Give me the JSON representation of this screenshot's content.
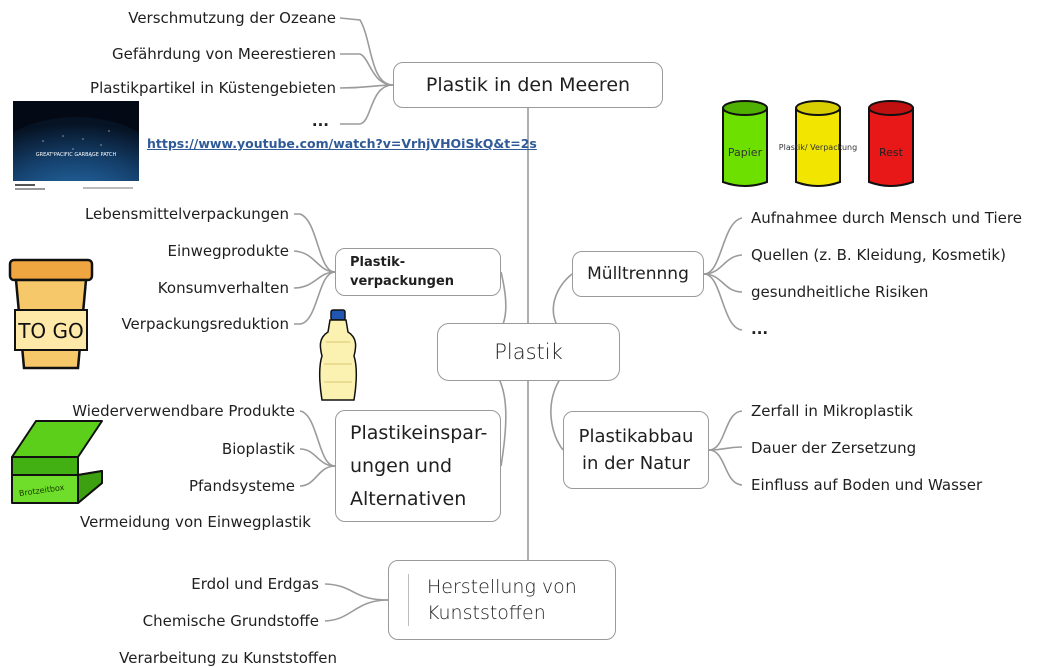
{
  "center": "Plastik",
  "branches": {
    "meere": {
      "title": "Plastik in den Meeren",
      "items": [
        "Verschmutzung der Ozeane",
        "Gefährdung von Meerestieren",
        "Plastikpartikel in Küstengebieten",
        "..."
      ],
      "link": "https://www.youtube.com/watch?v=VrhjVHOiSkQ&t=2s",
      "video_title": "GREAT PACIFIC GARBAGE PATCH"
    },
    "verpackungen": {
      "title_line1": "Plastik-",
      "title_line2": "verpackungen",
      "items": [
        "Lebensmittelverpackungen",
        "Einwegprodukte",
        "Konsumverhalten",
        "Verpackungsreduktion"
      ]
    },
    "muell": {
      "title": "Mülltrennng",
      "items": [
        "Aufnahmee durch Mensch und Tiere",
        "Quellen (z. B. Kleidung, Kosmetik)",
        "gesundheitliche Risiken",
        "..."
      ],
      "bins": [
        "Papier",
        "Plastik/ Verpackung",
        "Rest"
      ],
      "bin_colors": [
        "#6ee000",
        "#f2e600",
        "#e81818"
      ]
    },
    "einsparung": {
      "title_lines": [
        "Plastikeinspar-",
        "ungen und",
        "Alternativen"
      ],
      "items": [
        "Wiederverwendbare Produkte",
        "Bioplastik",
        "Pfandsysteme",
        "Vermeidung von Einwegplastik"
      ]
    },
    "abbau": {
      "title_lines": [
        "Plastikabbau",
        "in der Natur"
      ],
      "items": [
        "Zerfall in Mikroplastik",
        "Dauer der Zersetzung",
        "Einfluss auf Boden und Wasser"
      ]
    },
    "herstellung": {
      "title_lines": [
        "Herstellung von",
        "Kunststoffen"
      ],
      "items": [
        "Erdol und Erdgas",
        "Chemische Grundstoffe",
        "Verarbeitung zu Kunststoffen"
      ]
    }
  },
  "stickers": {
    "cup_text": "TO GO",
    "box_text": "Brotzeitbox"
  }
}
